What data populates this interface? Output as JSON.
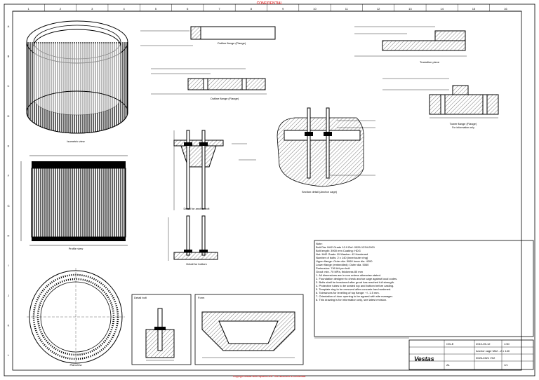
{
  "sheet": {
    "header_stamp": "CONFIDENTIAL",
    "column_numbers": [
      "1",
      "2",
      "3",
      "4",
      "5",
      "6",
      "7",
      "8",
      "9",
      "10",
      "11",
      "12",
      "13",
      "14",
      "15",
      "16"
    ],
    "row_letters": [
      "A",
      "B",
      "C",
      "D",
      "E",
      "F",
      "G",
      "H",
      "I",
      "J",
      "K",
      "L"
    ]
  },
  "views": {
    "isometric": "Isometric view",
    "outline_flange": "Outline flange (Flange)",
    "outline_flange_2": "Outline flange (Flange)",
    "transition_piece": "Transition piece",
    "tower_flange": "Tower flange (Flange)",
    "tower_flange_sub": "For information only",
    "profile": "Profile view",
    "detail_bolt": "Detail for anchor bolt",
    "detail_bottom": "Detail for bottom",
    "section_detail": "Section detail (Anchor cage)",
    "plan": "Plan view",
    "detail_bolt_box": "Detail bolt",
    "detail_form_box": "Form"
  },
  "notes": [
    "Note:",
    "Bolt Dia: M42  Grade 10.9  Ref: 0026-1234-0001",
    "Bolt length: 3900 mm  Coating: HDG",
    "Nut: M42 Grade 10  Washer: 42 Hardened",
    "Number of bolts: 2 x 140 (inner/outer ring)",
    "Upper flange: Outer dia. 5060  Inner dia. 4200",
    "Lower flange (embedded): Outer dia. 5060",
    "Pretension: 740 kN per bolt",
    "Grout: min. 70 MPa, thickness 80 mm",
    "1. All dimensions are in mm unless otherwise stated.",
    "2. Foundation designer to check anchor cage against local codes.",
    "3. Bolts shall be tensioned after grout has reached full strength.",
    "4. Protective tubes to be sealed top and bottom before casting.",
    "5. Template ring to be removed after concrete has hardened.",
    "6. Tolerances for levelling of top flange: +/- 1.5 mm.",
    "7. Orientation of door opening to be agreed with site manager.",
    "8. This drawing is for information only, see latest revision."
  ],
  "title_block": {
    "company": "Vestas",
    "title": "Anchor cage M42 - 2 x 140",
    "doc_no": "0026-4521 V02",
    "scale": "1:50",
    "sheet": "1/1",
    "format": "A1",
    "drawn_by": "CKLE",
    "date": "2010-05-12"
  },
  "footer_line": "Copyright Vestas Wind Systems A/S. This document is confidential."
}
